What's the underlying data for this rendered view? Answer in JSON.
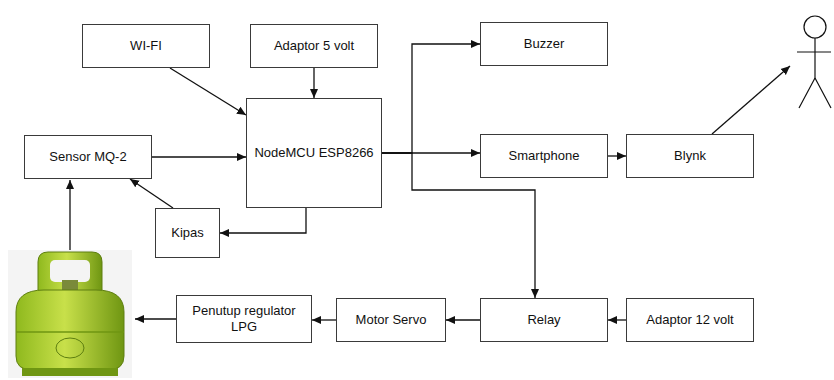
{
  "diagram": {
    "nodes": [
      {
        "text": [
          "WI-FI"
        ]
      },
      {
        "text": [
          "Adaptor 5 volt"
        ]
      },
      {
        "text": [
          "Buzzer"
        ]
      },
      {
        "text": [
          "Sensor MQ-2"
        ]
      },
      {
        "text": [
          "NodeMCU ESP8266"
        ]
      },
      {
        "text": [
          "Smartphone"
        ]
      },
      {
        "text": [
          "Blynk"
        ]
      },
      {
        "text": [
          "Kipas"
        ]
      },
      {
        "text": [
          "Penutup regulator LPG"
        ]
      },
      {
        "text": [
          "Motor Servo"
        ]
      },
      {
        "text": [
          "Relay"
        ]
      },
      {
        "text": [
          "Adaptor 12 volt"
        ]
      }
    ],
    "edges": [
      {
        "from": 0,
        "to": 4,
        "arrow": "to"
      },
      {
        "from": 1,
        "to": 4,
        "arrow": "to"
      },
      {
        "from": 3,
        "to": 4,
        "arrow": "to"
      },
      {
        "from": 7,
        "to": 3,
        "arrow": "to"
      },
      {
        "from": 4,
        "to": 7,
        "arrow": "to"
      },
      {
        "from": 4,
        "to": 2,
        "arrow": "to"
      },
      {
        "from": 4,
        "to": 5,
        "arrow": "to"
      },
      {
        "from": 4,
        "to": 10,
        "arrow": "to"
      },
      {
        "from": 5,
        "to": 6,
        "arrow": "to"
      },
      {
        "from": 11,
        "to": 10,
        "arrow": "to"
      },
      {
        "from": 10,
        "to": 9,
        "arrow": "to"
      },
      {
        "from": 9,
        "to": 8,
        "arrow": "to"
      }
    ]
  }
}
